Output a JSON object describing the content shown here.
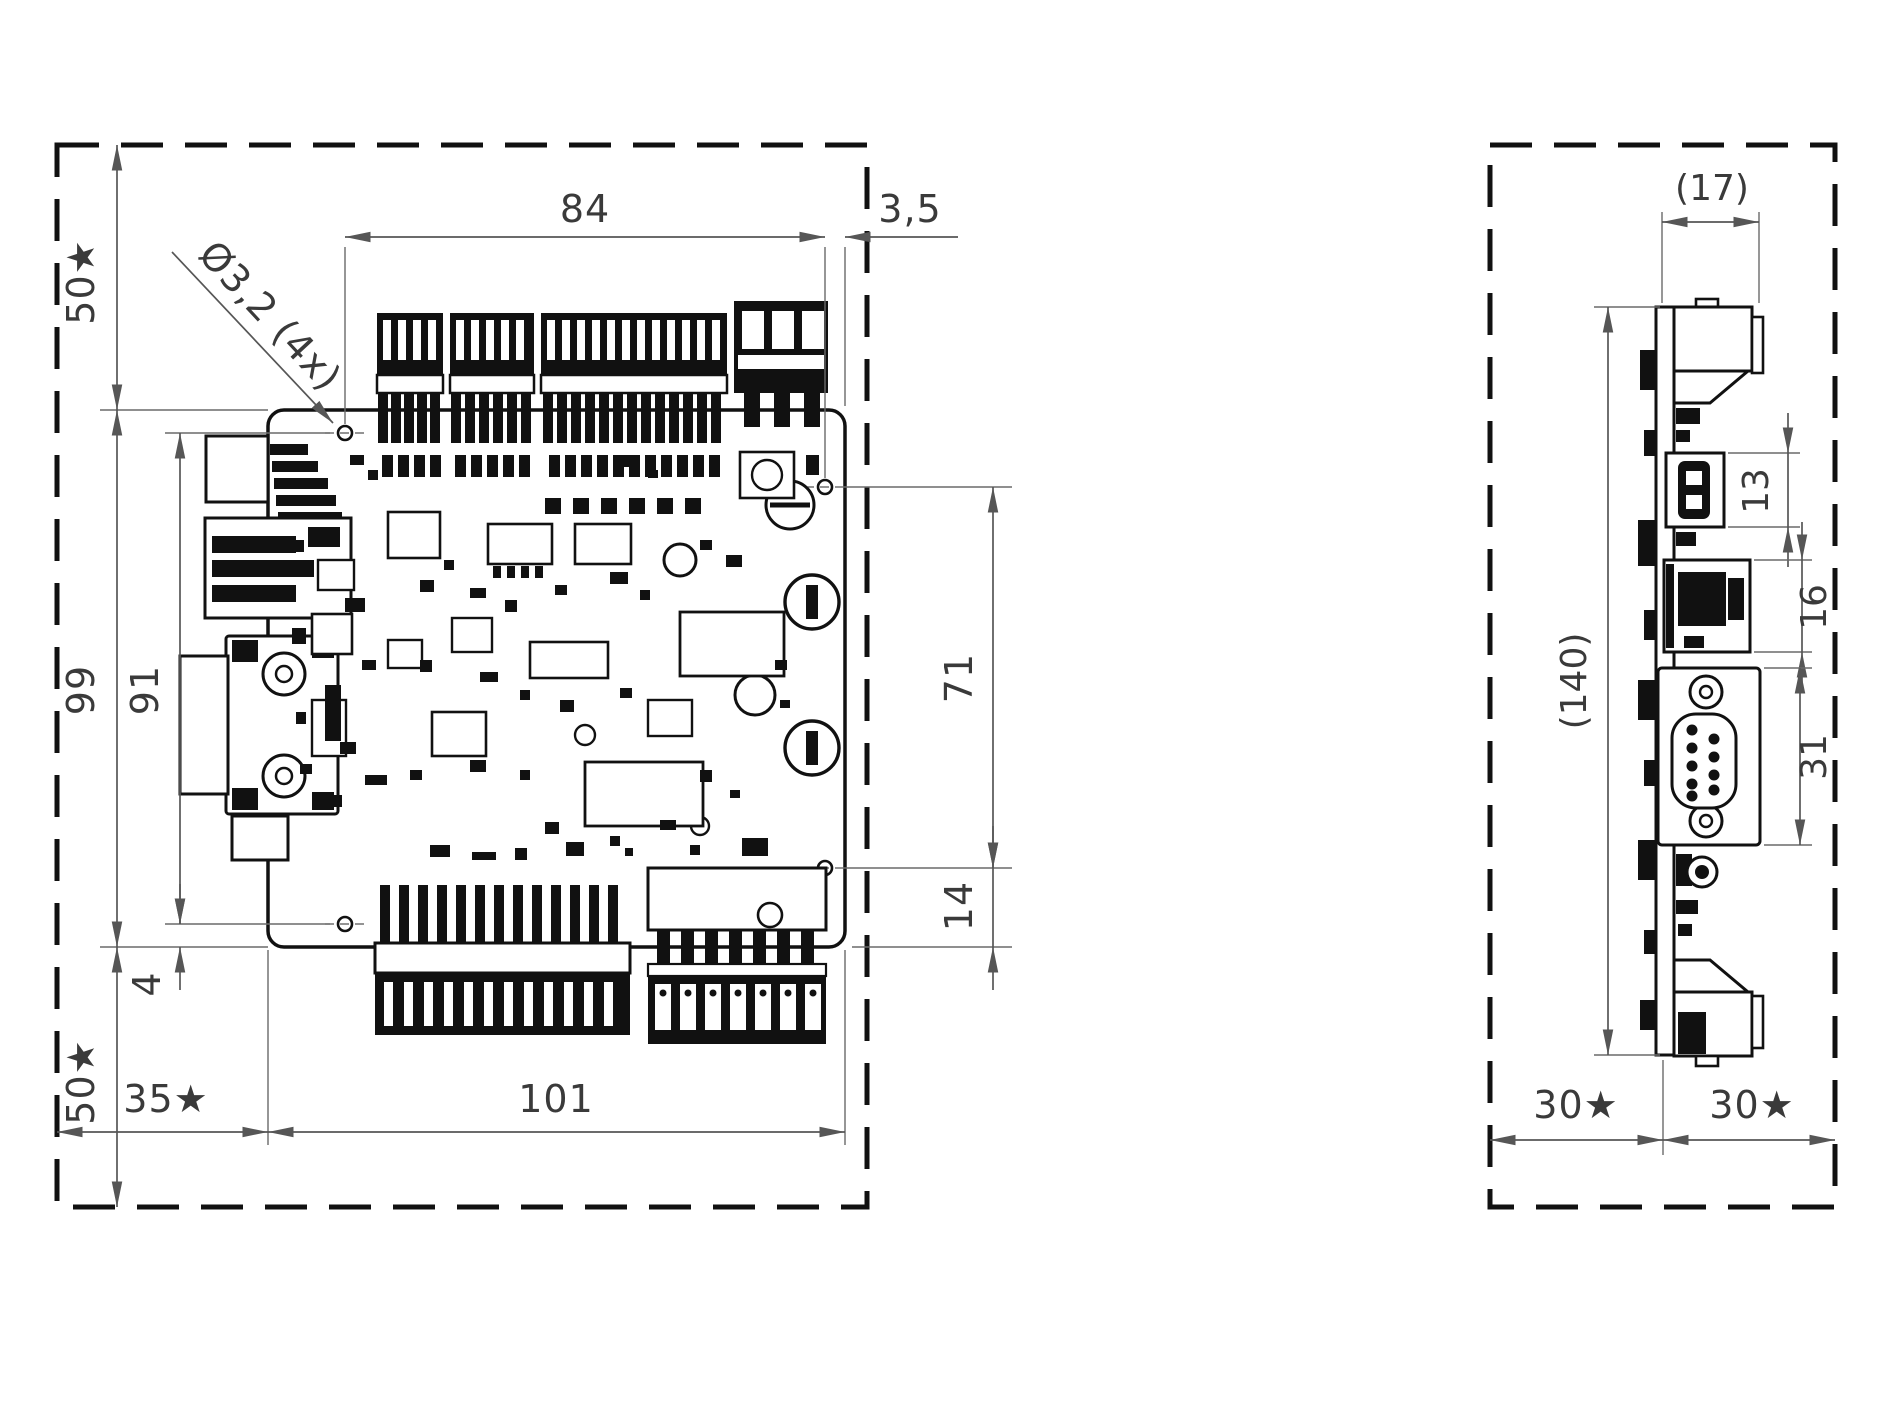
{
  "colors": {
    "background": "#ffffff",
    "part_line": "#111111",
    "dimension_line": "#565656",
    "text": "#3a3a3a"
  },
  "top_view": {
    "name": "pcb-top-view",
    "dimensions": {
      "hole_span_horizontal": "84",
      "hole_edge_offset": "3,5",
      "clearance_top": "50★",
      "hole_diameter_note": "Ø3,2 (4x)",
      "board_height": "99",
      "hole_span_vertical_left": "91",
      "hole_span_vertical_right": "71",
      "hole_bottom_right_offset": "14",
      "hole_bottom_left_offset": "4",
      "clearance_bottom": "50★",
      "clearance_left": "35★",
      "board_width": "101"
    }
  },
  "side_view": {
    "name": "pcb-side-view",
    "dimensions": {
      "depth_overall": "(17)",
      "display_height": "13",
      "ethernet_height": "16",
      "dsub_height": "31",
      "height_overall": "(140)",
      "clearance_left": "30★",
      "clearance_right": "30★"
    }
  }
}
